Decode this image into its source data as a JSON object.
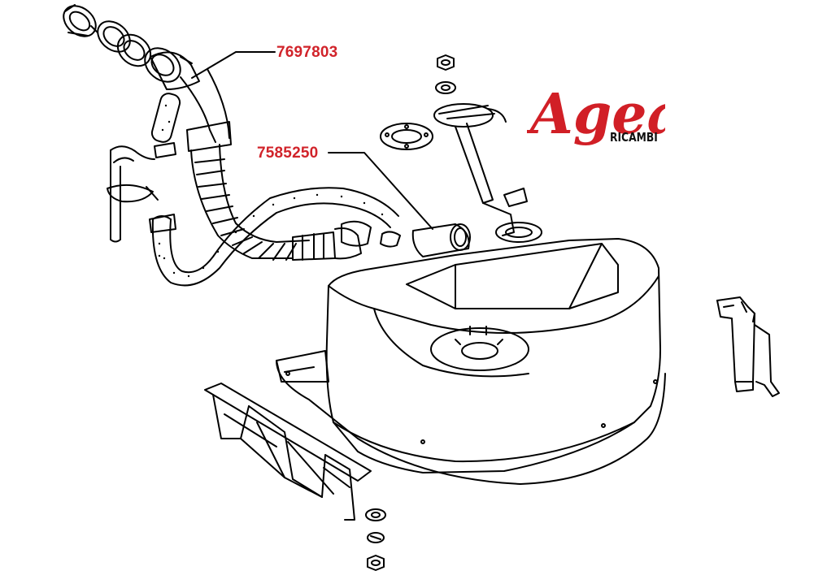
{
  "callouts": [
    {
      "id": "fuel-filler-hose",
      "label": "7697803"
    },
    {
      "id": "tank-connector-sleeve",
      "label": "7585250"
    }
  ],
  "logo": {
    "wordmark": "Agea",
    "subtitle": "RICAMBI"
  },
  "colors": {
    "callout_text": "#d1232a",
    "logo_red": "#d11f26",
    "line": "#000000",
    "leader": "#000000"
  },
  "icons": [
    "fuel-tank-icon",
    "filler-neck-icon",
    "filler-hose-icon",
    "vent-hose-icon",
    "fuel-gauge-sender-icon",
    "support-strap-icon",
    "bracket-icon",
    "nut-washer-icon",
    "gasket-ring-icon"
  ]
}
